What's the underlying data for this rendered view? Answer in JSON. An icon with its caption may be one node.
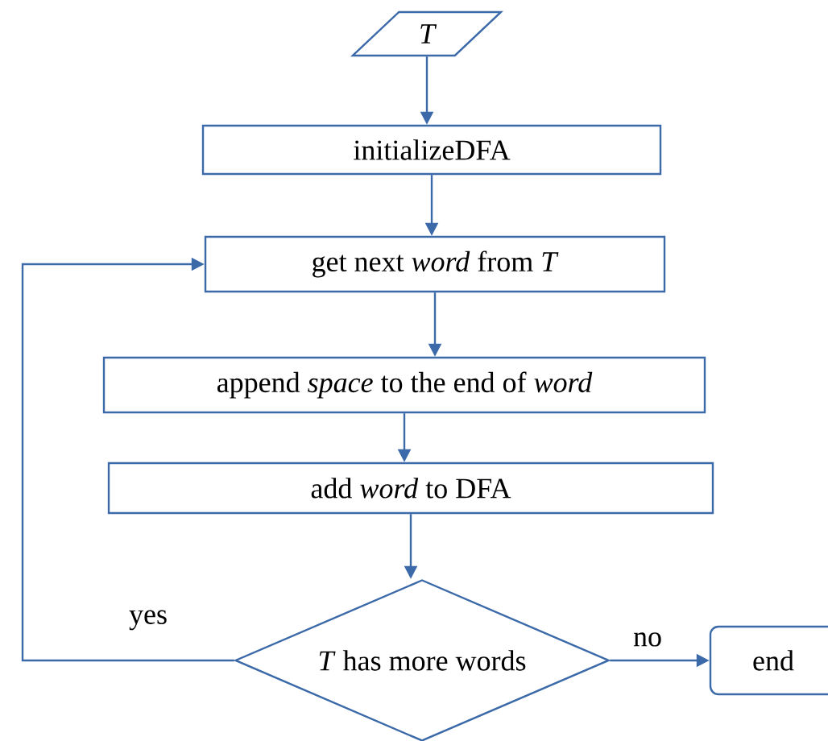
{
  "diagram": {
    "nodes": [
      {
        "text": [
          "T"
        ]
      },
      {
        "text": [
          "initializeDFA"
        ]
      },
      {
        "text": [
          "get next *word* from *T*"
        ]
      },
      {
        "text": [
          "append *space* to the end of *word*"
        ]
      },
      {
        "text": [
          "add *word* to DFA"
        ]
      },
      {
        "text": [
          "*T* has more words"
        ]
      },
      {
        "text": [
          "end"
        ]
      }
    ],
    "edges": [
      {
        "from": 0,
        "to": 1,
        "arrow": "to"
      },
      {
        "from": 1,
        "to": 2,
        "arrow": "to"
      },
      {
        "from": 2,
        "to": 3,
        "arrow": "to"
      },
      {
        "from": 3,
        "to": 4,
        "arrow": "to"
      },
      {
        "from": 4,
        "to": 5,
        "arrow": "to"
      },
      {
        "from": 5,
        "to": 2,
        "arrow": "to",
        "label": "yes"
      },
      {
        "from": 5,
        "to": 6,
        "arrow": "to",
        "label": "no"
      }
    ]
  }
}
